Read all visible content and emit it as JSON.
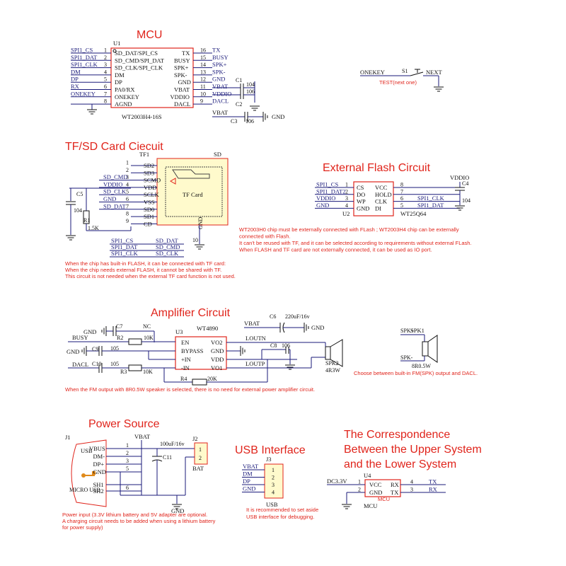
{
  "mcu": {
    "title": "MCU",
    "ref": "U1",
    "part": "WT2003H4-16S",
    "left_nets": [
      "SPI1_CS",
      "SPI1_DAT",
      "SPI1_CLK",
      "DM",
      "DP",
      "RX",
      "ONEKEY"
    ],
    "left_pin_nums": [
      "1",
      "2",
      "3",
      "4",
      "5",
      "6",
      "7",
      "8"
    ],
    "left_pins": [
      "SD_DAT/SPI_CS",
      "SD_CMD/SPI_DAT",
      "SD_CLK/SPI_CLK",
      "DM",
      "DP",
      "PA0/RX",
      "ONEKEY",
      "AGND"
    ],
    "right_pins": [
      "TX",
      "BUSY",
      "SPK+",
      "SPK-",
      "GND",
      "VBAT",
      "VDDIO",
      "DACL"
    ],
    "right_pin_nums": [
      "16",
      "15",
      "14",
      "13",
      "12",
      "11",
      "10",
      "9"
    ],
    "right_nets": [
      "TX",
      "BUSY",
      "SPK+",
      "SPK-",
      "GND",
      "VBAT",
      "VDDIO",
      "DACL"
    ],
    "c1": "C1",
    "c1_val": "104",
    "c2": "C2",
    "c2_val": "106",
    "c3": "C3",
    "c3_val": "106",
    "gnd": "GND",
    "vbat": "VBAT"
  },
  "onekey": {
    "net": "ONEKEY",
    "ref": "S1",
    "next": "NEXT",
    "test": "TEST(next one)"
  },
  "tf": {
    "title": "TF/SD Card Ciecuit",
    "ref": "TF1",
    "sd": "SD",
    "card": "TF Card",
    "gnd_lbl": "GND",
    "pin10": "10",
    "pins": [
      "SD2",
      "SD3",
      "SCMD",
      "VDD",
      "SCLK",
      "VSS",
      "SD0",
      "SD1",
      "CD"
    ],
    "nets": [
      "SD_CMD",
      "VDDIO",
      "SD_CLK",
      "GND",
      "SD_DAT"
    ],
    "c5": "C5",
    "c5_val": "104",
    "r1": "R1",
    "r1_val": "1.5K",
    "map_l": [
      "SPI1_CS",
      "SPI1_DAT",
      "SPI1_CLK"
    ],
    "map_r": [
      "SD_DAT",
      "SD_CMD",
      "SD_CLK"
    ],
    "notes": [
      "When the chip has built-in FLASH, it can be connected with TF card:",
      "When the chip needs external FLASH, it cannot be shared with TF.",
      "This circuit is not needed when the external TF card function is not used."
    ]
  },
  "flash": {
    "title": "External Flash Circuit",
    "ref": "U2",
    "part": "WT25Q64",
    "vdd": "VDDIO",
    "cap": "C4",
    "cap_val": "104",
    "lnets": [
      "SPI1_CS",
      "SPI1_DAT2",
      "VDDIO",
      "GND"
    ],
    "lpins": [
      "CS",
      "DO",
      "WP",
      "GND"
    ],
    "lnums": [
      "1",
      "2",
      "3",
      "4"
    ],
    "rpins": [
      "VCC",
      "HOLD",
      "CLK",
      "DI"
    ],
    "rnums": [
      "8",
      "7",
      "6",
      "5"
    ],
    "rnets": [
      "SPI1_CLK",
      "SPI1_DAT"
    ],
    "notes": [
      "WT2003H0 chip must be externally connected with FLash ; WT2003H4 chip can be externally",
      "connected with Flash.",
      "It can't be reused with TF, and it can be selected according to requirements without external FLash.",
      "When FLASH and TF card are not externally connected, it can be used as IO port."
    ]
  },
  "amp": {
    "title": "Amplifier Circuit",
    "ref": "U3",
    "part": "WT4890",
    "lpins": [
      "EN",
      "BYPASS",
      "+IN",
      "-IN"
    ],
    "rpins": [
      "VO2",
      "GND",
      "VDD",
      "VO1"
    ],
    "c7": "C7",
    "nc": "NC",
    "r2": "R2",
    "r2_val": "10K",
    "busy": "BUSY",
    "c9": "C9",
    "c9_val": "105",
    "c10": "C10",
    "c10_val": "105",
    "dacl": "DACL",
    "r3": "R3",
    "r3_val": "10K",
    "r4": "R4",
    "r4_val": "20K",
    "c6": "C6",
    "c6_val": "220uF/16v",
    "vbat": "VBAT",
    "c8": "C8",
    "c8_val": "106",
    "loutn": "LOUTN",
    "loutp": "LOUTP",
    "spk": "SPK2",
    "spk_val": "4R3W",
    "gnd": "GND",
    "spk1": "SPK1",
    "spkp": "SPK+",
    "spkn": "SPK-",
    "spk1_val": "8R0.5W",
    "note_spk": "Choose between built-in FM(SPK) output and DACL.",
    "note": "When the FM output with 8R0.5W speaker is selected, there is no need for external power amplifier circuit."
  },
  "power": {
    "title": "Power Source",
    "ref": "J1",
    "usb": "USB",
    "micro": "MICRO USB",
    "pins": [
      "VBUS",
      "DM-",
      "DP+",
      "GND",
      "SH1",
      "SH2"
    ],
    "nums": [
      "1",
      "2",
      "3",
      "5",
      "6"
    ],
    "vbat": "VBAT",
    "c11": "C11",
    "c11_val": "100uF/16v",
    "j2": "J2",
    "bat": "BAT",
    "j2p": [
      "1",
      "2"
    ],
    "gnd": "GND",
    "notes": [
      "Power input (3.3V lithium battery and 5V adapter are optional.",
      "A charging circuit needs to be added when using a lithium battery",
      "for power supply)"
    ]
  },
  "usbif": {
    "title": "USB Interface",
    "ref": "J3",
    "nets": [
      "VBAT",
      "DM",
      "DP",
      "GND"
    ],
    "nums": [
      "1",
      "2",
      "3",
      "4"
    ],
    "lbl": "USB",
    "notes": [
      "It is recommended to set aside",
      "USB interface for debugging."
    ]
  },
  "corr": {
    "title1": "The Correspondence",
    "title2": "Between the Upper System",
    "title3": "and the Lower System",
    "ref": "U4",
    "dc": "DC3.3V",
    "lpins": [
      "VCC",
      "GND"
    ],
    "lnums": [
      "1",
      "2"
    ],
    "rpins": [
      "RX",
      "TX"
    ],
    "rnums": [
      "4",
      "3"
    ],
    "rnets": [
      "TX",
      "RX"
    ],
    "mcu": "MCU",
    "lbl": "MCU"
  }
}
